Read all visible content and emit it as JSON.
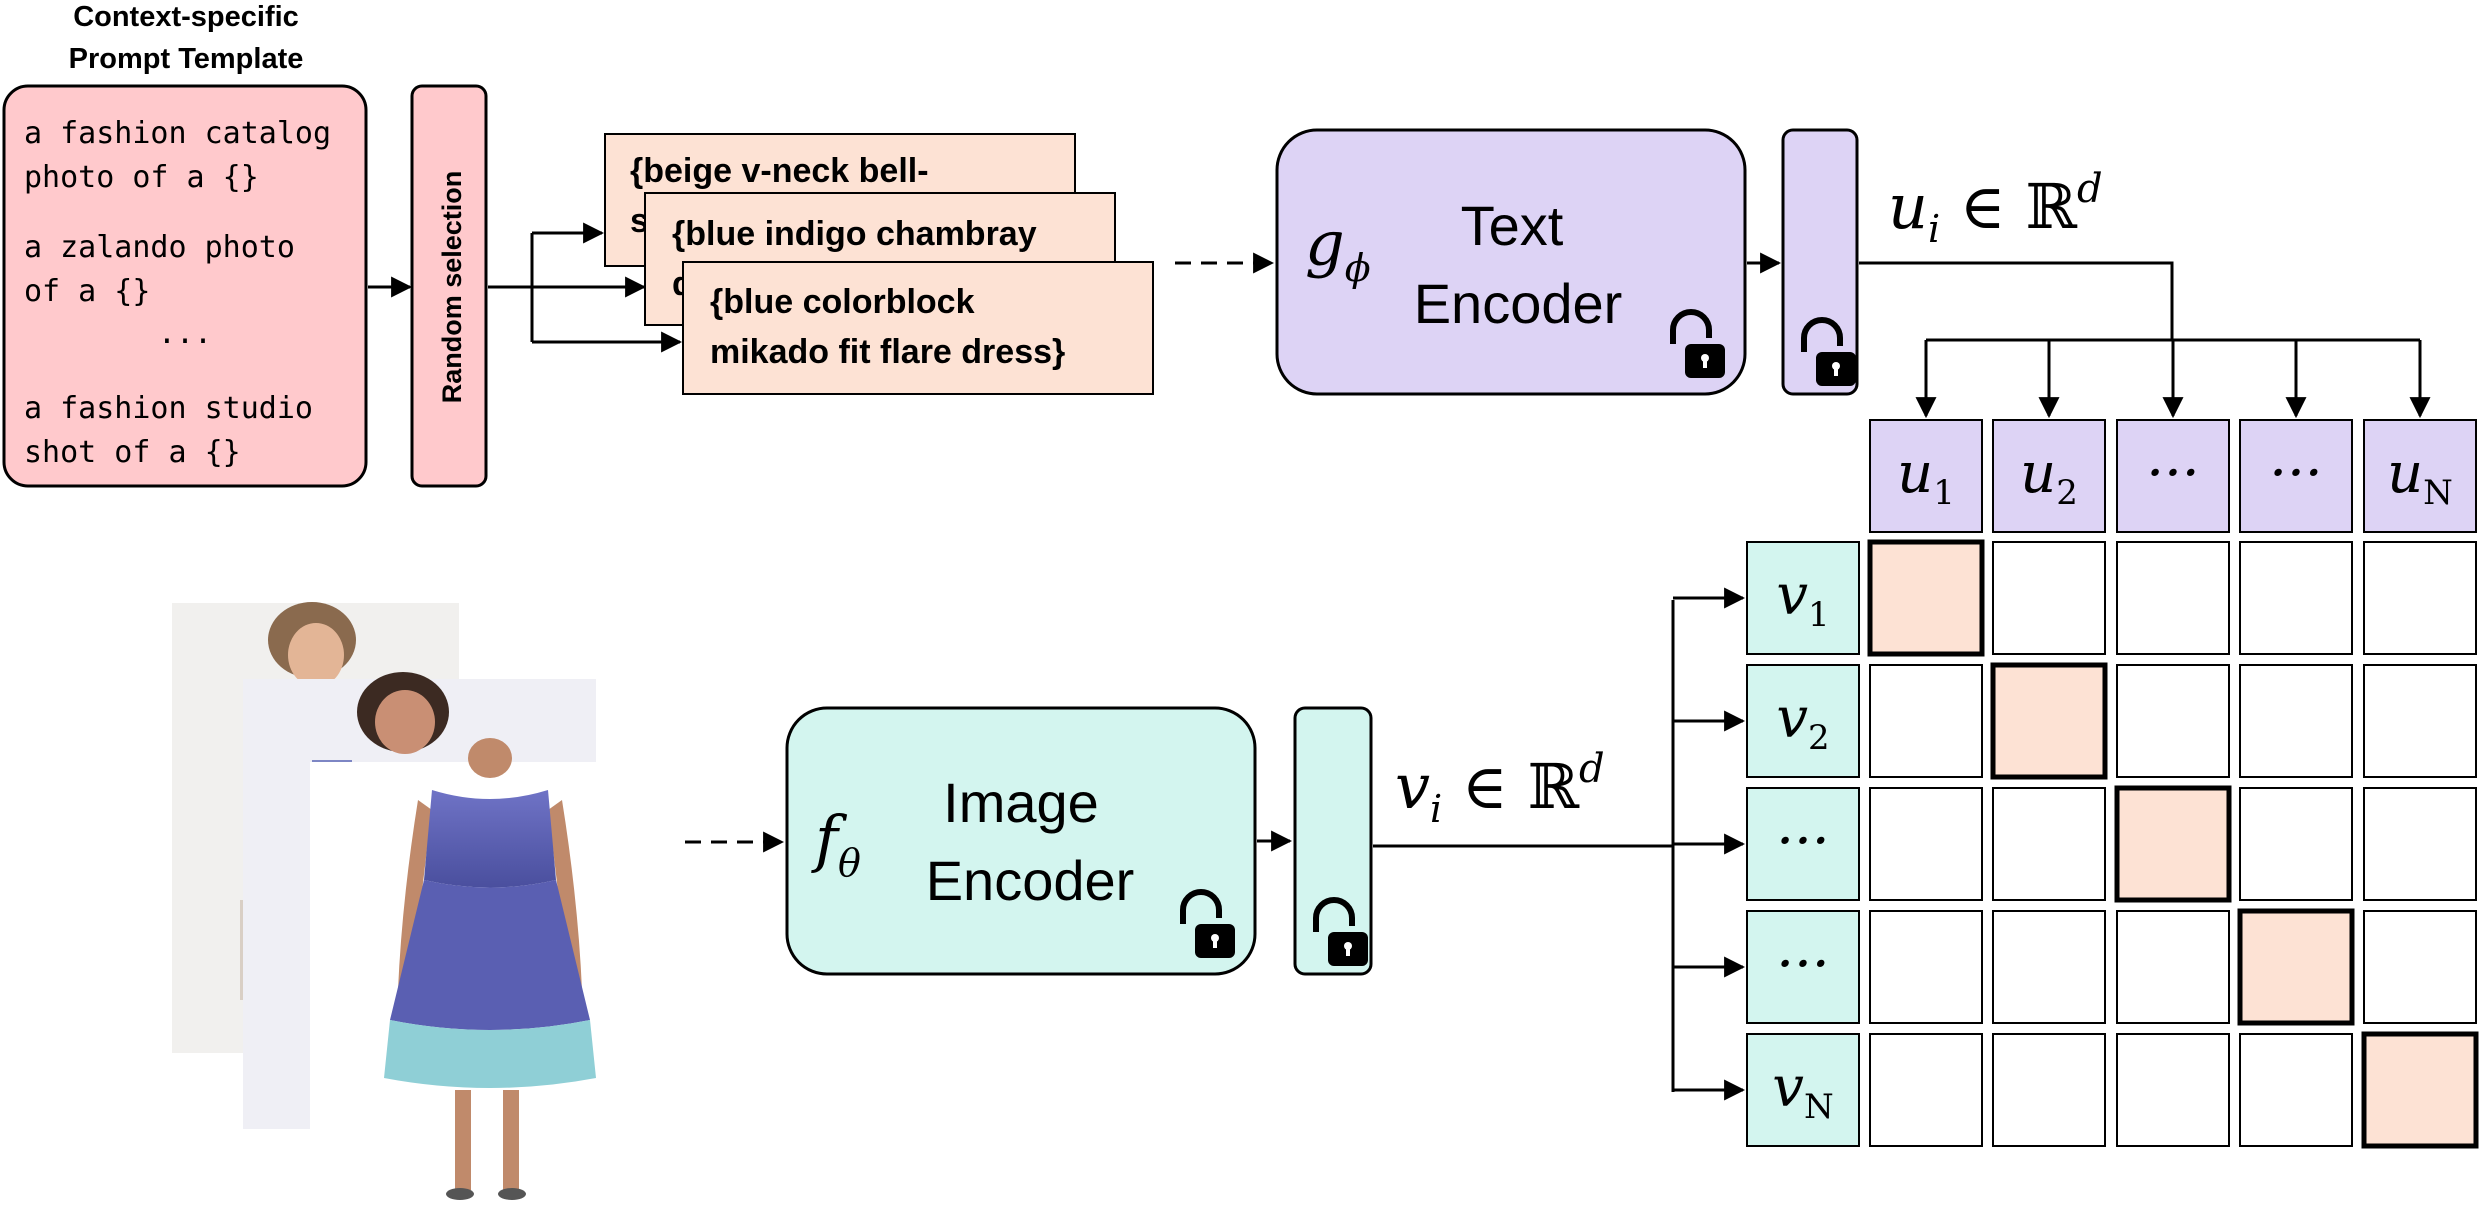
{
  "colors": {
    "prompt_fill": "#ffc9cc",
    "caption_fill": "#fde2d4",
    "text_encoder_fill": "#ddd3f5",
    "image_encoder_fill": "#d3f5ef",
    "stroke": "#000000"
  },
  "prompt_template": {
    "title_line1": "Context-specific",
    "title_line2": "Prompt Template",
    "lines": [
      "a fashion catalog",
      "photo of a {}",
      "a zalando photo",
      "of a {}",
      "...",
      "a fashion studio",
      "shot of a {}"
    ]
  },
  "random_selection": {
    "label": "Random selection"
  },
  "captions": {
    "card1": [
      "{beige v-neck bell-",
      "s"
    ],
    "card2": [
      "{blue indigo chambray",
      "d"
    ],
    "card3": [
      "{blue colorblock",
      "mikado fit flare dress}"
    ]
  },
  "text_encoder": {
    "symbol": "g",
    "symbol_sub": "ϕ",
    "label_line1": "Text",
    "label_line2": "Encoder",
    "lock_icon": "unlocked-padlock",
    "embedding_label": "u",
    "embedding_sub": "i",
    "embedding_set": " ∈ ℝ",
    "embedding_sup": "d"
  },
  "image_encoder": {
    "symbol": "f",
    "symbol_sub": "θ",
    "label_line1": "Image",
    "label_line2": "Encoder",
    "lock_icon": "unlocked-padlock",
    "embedding_label": "v",
    "embedding_sub": "i",
    "embedding_set": " ∈ ℝ",
    "embedding_sup": "d"
  },
  "matrix": {
    "columns": [
      {
        "base": "u",
        "sub": "1"
      },
      {
        "base": "u",
        "sub": "2"
      },
      {
        "base": "···",
        "sub": ""
      },
      {
        "base": "···",
        "sub": ""
      },
      {
        "base": "u",
        "sub": "N"
      }
    ],
    "rows": [
      {
        "base": "v",
        "sub": "1"
      },
      {
        "base": "v",
        "sub": "2"
      },
      {
        "base": "···",
        "sub": ""
      },
      {
        "base": "···",
        "sub": ""
      },
      {
        "base": "v",
        "sub": "N"
      }
    ]
  },
  "images": [
    {
      "name": "model-photo-back",
      "icon": "dress-model"
    },
    {
      "name": "model-photo-middle",
      "icon": "dress-model"
    },
    {
      "name": "model-photo-front",
      "icon": "dress-model"
    }
  ]
}
